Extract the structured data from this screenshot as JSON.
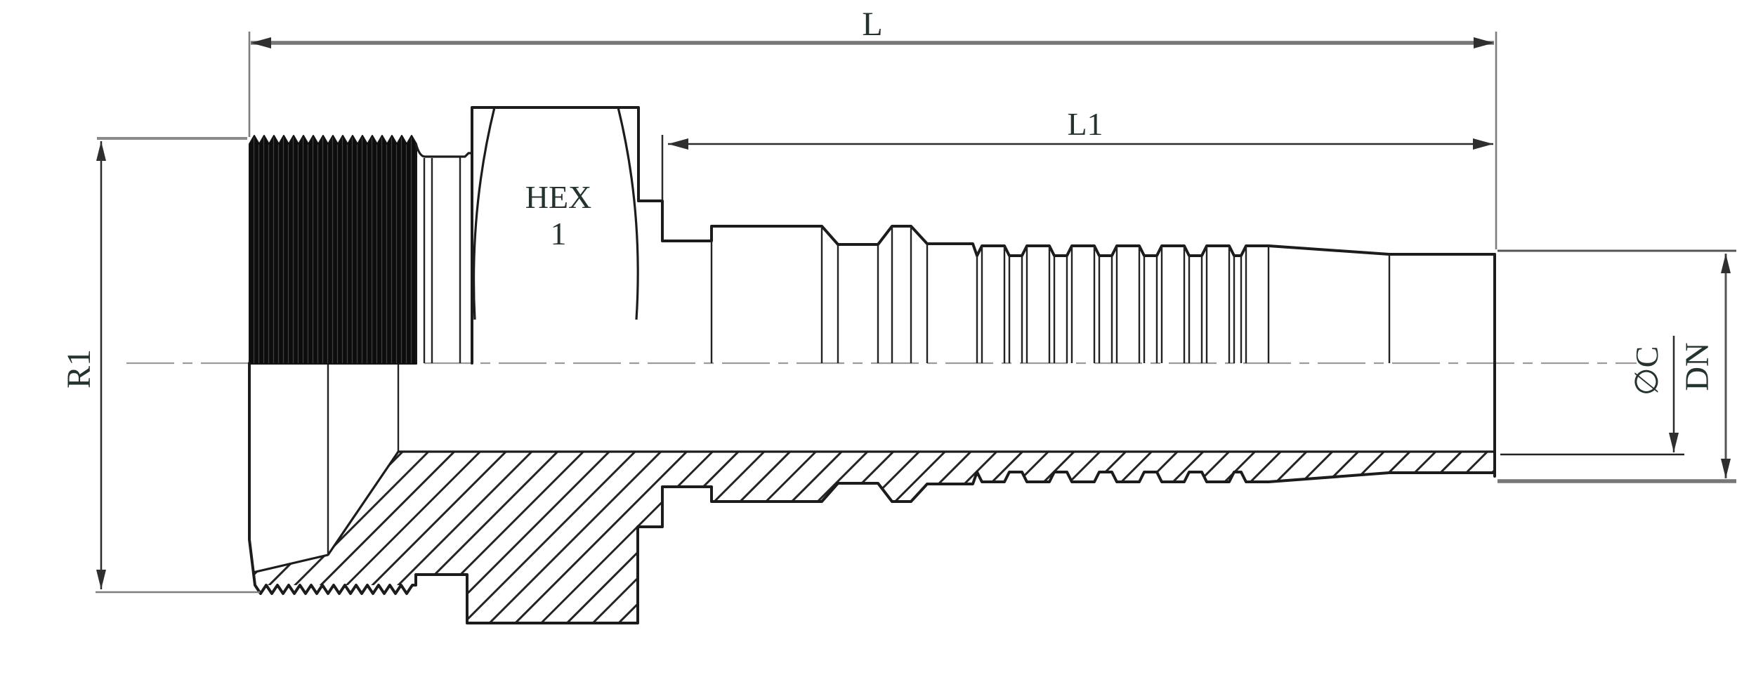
{
  "drawing": {
    "kind": "hydraulic hose fitting – male thread with hose tail, half-section technical drawing",
    "labels": {
      "overall_length": "L",
      "shank_length": "L1",
      "hex": "HEX",
      "hex_size": "1",
      "thread_size": "R1",
      "bore_diameter": "∅C",
      "nominal_diameter": "DN"
    },
    "colors": {
      "outline": "#1c1c1c",
      "dimension_line": "#2a2a2a",
      "extension_gray": "#7d7d7d",
      "centerline": "#9b9b9b",
      "label_text": "#25332e",
      "background": "#ffffff"
    }
  }
}
